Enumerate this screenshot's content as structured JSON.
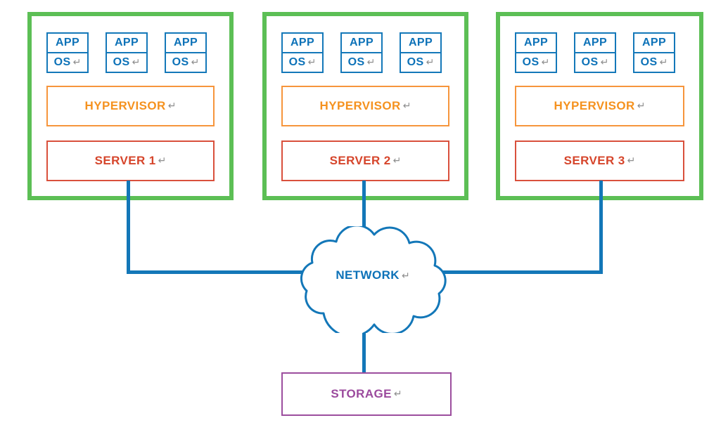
{
  "diagram": {
    "servers": [
      {
        "label": "SERVER 1",
        "hypervisor": "HYPERVISOR",
        "vms": [
          {
            "app": "APP",
            "os": "OS"
          },
          {
            "app": "APP",
            "os": "OS"
          },
          {
            "app": "APP",
            "os": "OS"
          }
        ]
      },
      {
        "label": "SERVER 2",
        "hypervisor": "HYPERVISOR",
        "vms": [
          {
            "app": "APP",
            "os": "OS"
          },
          {
            "app": "APP",
            "os": "OS"
          },
          {
            "app": "APP",
            "os": "OS"
          }
        ]
      },
      {
        "label": "SERVER 3",
        "hypervisor": "HYPERVISOR",
        "vms": [
          {
            "app": "APP",
            "os": "OS"
          },
          {
            "app": "APP",
            "os": "OS"
          },
          {
            "app": "APP",
            "os": "OS"
          }
        ]
      }
    ],
    "network": {
      "label": "NETWORK"
    },
    "storage": {
      "label": "STORAGE"
    },
    "return_mark": "↵",
    "colors": {
      "green_border": "#5CBF55",
      "blue_line": "#1377B8",
      "blue_border": "#1478B9",
      "blue_text": "#0D72B8",
      "orange_border": "#F6953C",
      "orange_text": "#F5921F",
      "red_border": "#D9503C",
      "red_text": "#D6452B",
      "purple_border": "#9C4E9E",
      "purple_text": "#9B4A9D",
      "return_mark_gray": "#8E8E8E",
      "background": "#FFFFFF"
    }
  }
}
